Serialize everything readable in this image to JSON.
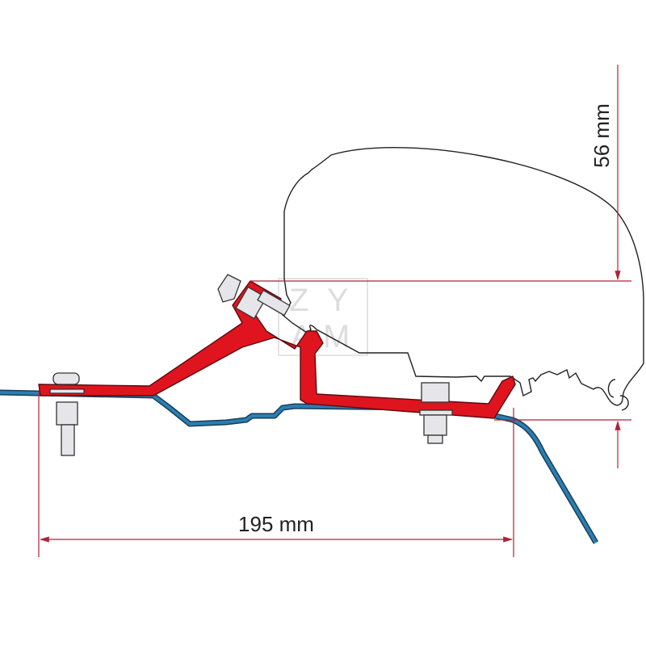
{
  "dimensions": {
    "width_label": "195 mm",
    "height_label": "56 mm"
  },
  "watermark": "ZYAM",
  "colors": {
    "bracket": "#e0141e",
    "roof": "#2a7fb0",
    "dimension_lines": "#b0203a",
    "awning_outline": "#222222"
  }
}
